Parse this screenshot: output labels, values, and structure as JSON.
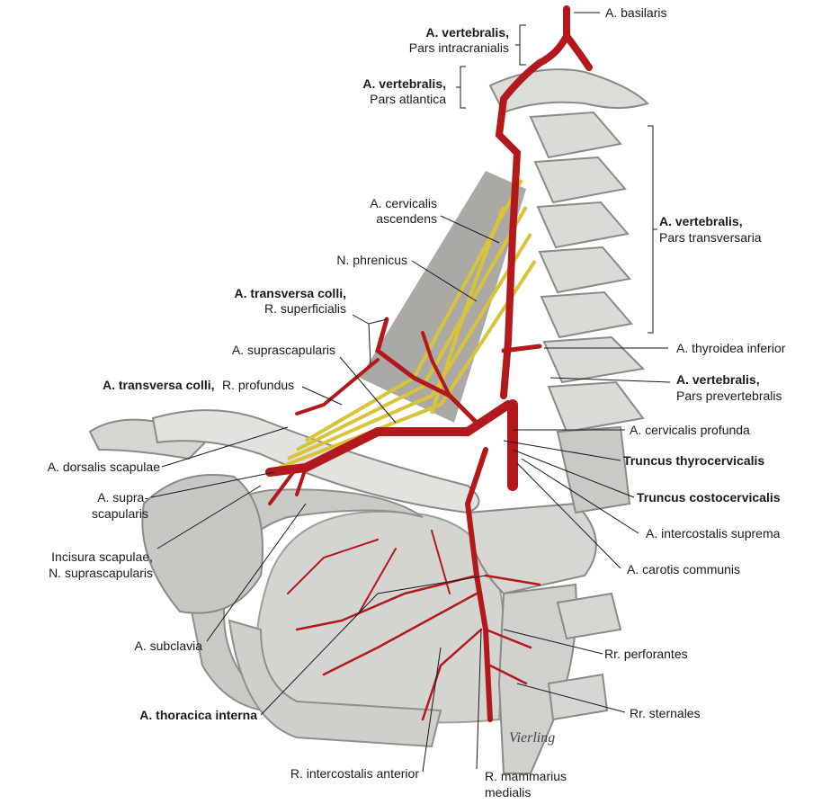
{
  "labels": {
    "basilaris": "A. basilaris",
    "vert_intracranial_bold": "A. vertebralis,",
    "vert_intracranial_sub": "Pars intracranialis",
    "vert_atlantica_bold": "A. vertebralis,",
    "vert_atlantica_sub": "Pars atlantica",
    "vert_transversaria_bold": "A. vertebralis,",
    "vert_transversaria_sub": "Pars transversaria",
    "cervicalis_ascendens_1": "A. cervicalis",
    "cervicalis_ascendens_2": "ascendens",
    "phrenicus": "N. phrenicus",
    "transversa_sup_bold": "A. transversa colli,",
    "transversa_sup_sub": "R. superficialis",
    "suprascapularis": "A. suprascapularis",
    "thyroidea_inferior": "A. thyroidea inferior",
    "transversa_prof_bold": "A. transversa colli,",
    "transversa_prof_sub": "R. profundus",
    "vert_prevertebralis_bold": "A. vertebralis,",
    "vert_prevertebralis_sub": "Pars prevertebralis",
    "cervicalis_profunda": "A. cervicalis profunda",
    "dorsalis_scapulae": "A. dorsalis scapulae",
    "truncus_thyrocervicalis": "Truncus thyrocervicalis",
    "supra_scapularis_1": "A. supra-",
    "supra_scapularis_2": "scapularis",
    "truncus_costocervicalis": "Truncus costocervicalis",
    "intercostalis_suprema": "A. intercostalis suprema",
    "incisura_1": "Incisura scapulae,",
    "incisura_2": "N. suprascapularis",
    "carotis_communis": "A. carotis communis",
    "subclavia": "A. subclavia",
    "perforantes": "Rr. perforantes",
    "thoracica_interna": "A. thoracica interna",
    "sternales": "Rr. sternales",
    "intercostalis_anterior": "R. intercostalis anterior",
    "mammarius_1": "R. mammarius",
    "mammarius_2": "medialis"
  },
  "artist_signature": "Vierling",
  "colors": {
    "artery": "#b3191c",
    "nerve": "#d8c33a",
    "bone": "#d9d9d6",
    "bone_shade": "#9e9e9a",
    "muscle": "#8e8c88",
    "leader": "#1a1a1a"
  }
}
